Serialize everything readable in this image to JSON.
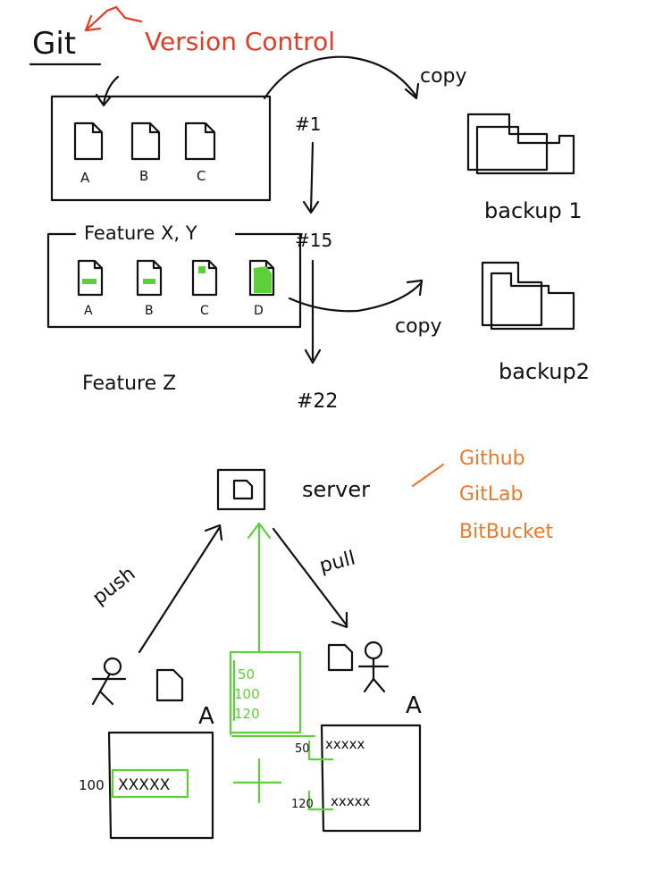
{
  "header": {
    "title": "Git",
    "subtitle": "Version Control"
  },
  "repo": {
    "files": [
      "A",
      "B",
      "C"
    ],
    "commits": [
      "#1",
      "#15",
      "#22"
    ]
  },
  "feature_box": {
    "label": "Feature X, Y",
    "files": [
      "A",
      "B",
      "C",
      "D"
    ]
  },
  "feature_z_label": "Feature Z",
  "copy_labels": [
    "copy",
    "copy"
  ],
  "backups": [
    "backup 1",
    "backup2"
  ],
  "server": {
    "label": "server",
    "providers": [
      "Github",
      "GitLab",
      "BitBucket"
    ]
  },
  "actions": {
    "push": "push",
    "pull": "pull"
  },
  "users": {
    "left_file": "A",
    "right_file": "A"
  },
  "change_list": [
    "50",
    "100",
    "120"
  ],
  "left_editor": {
    "line_number": "100",
    "content": "XXXXX"
  },
  "right_editor": {
    "lines": [
      {
        "number": "50",
        "content": "xxxxx"
      },
      {
        "number": "120",
        "content": "xxxxx"
      }
    ]
  },
  "merge_symbol": "+",
  "colors": {
    "ink": "#111111",
    "title_red": "#e53a24",
    "provider_orange": "#ea7a2b",
    "change_green": "#5ccf3a"
  }
}
